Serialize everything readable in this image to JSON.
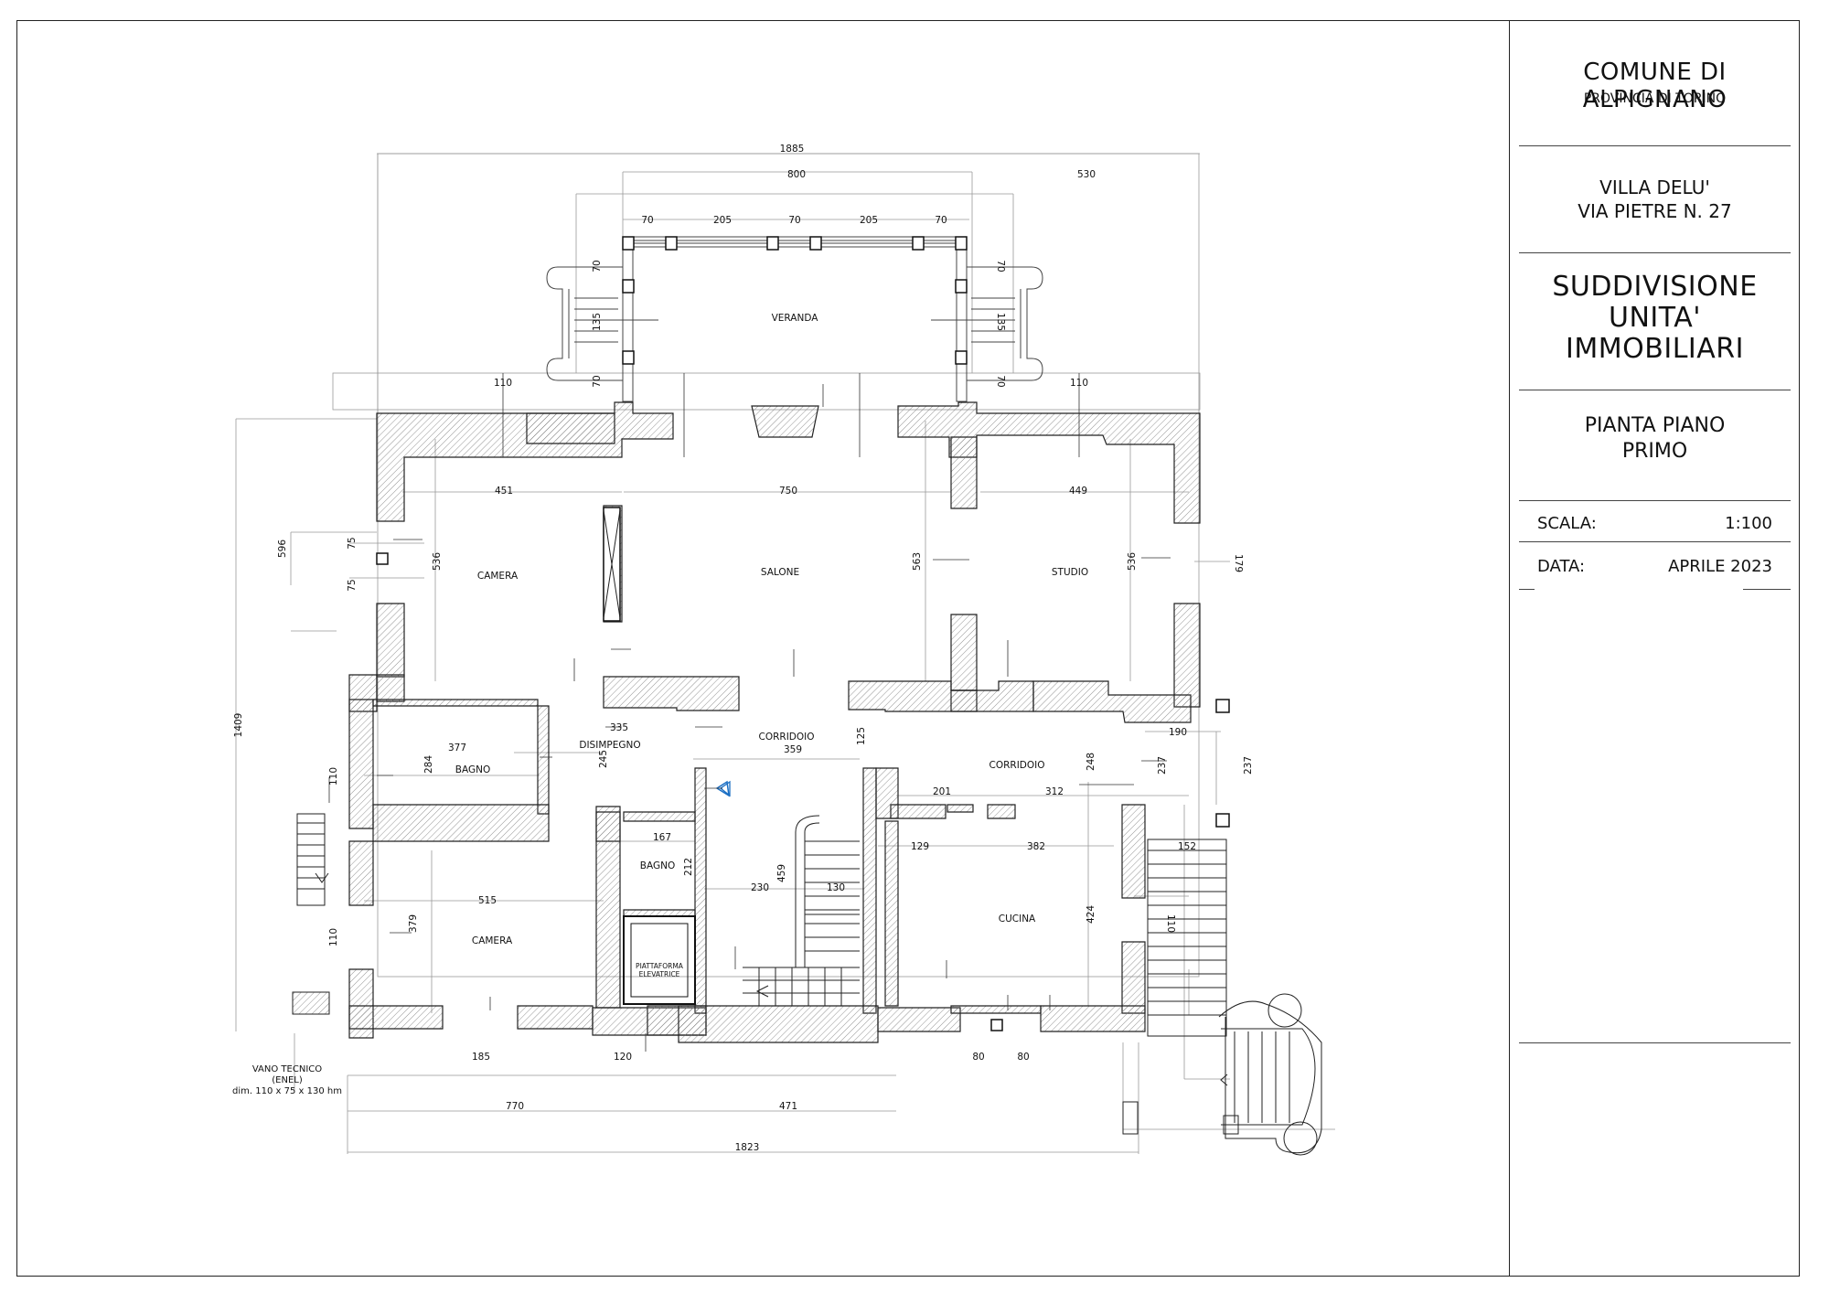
{
  "title_block": {
    "municipality": "COMUNE DI ALPIGNANO",
    "province": "PROVINCIA DI TORINO",
    "building_name": "VILLA DELU'",
    "address": "VIA PIETRE N. 27",
    "subject_line1": "SUDDIVISIONE",
    "subject_line2": "UNITA'",
    "subject_line3": "IMMOBILIARI",
    "drawing_line1": "PIANTA PIANO",
    "drawing_line2": "PRIMO",
    "scale_label": "SCALA:",
    "scale_value": "1:100",
    "date_label": "DATA:",
    "date_value": "APRILE 2023"
  },
  "rooms": {
    "veranda": "VERANDA",
    "camera_top": "CAMERA",
    "salone": "SALONE",
    "studio": "STUDIO",
    "disimpegno": "DISIMPEGNO",
    "corridoio_1": "CORRIDOIO",
    "corridoio_2": "CORRIDOIO",
    "bagno_1": "BAGNO",
    "bagno_2": "BAGNO",
    "camera_bottom": "CAMERA",
    "cucina": "CUCINA",
    "piattaforma_1": "PIATTAFORMA",
    "piattaforma_2": "ELEVATRICE"
  },
  "technical_note": {
    "line1": "VANO TECNICO",
    "line2": "(ENEL)",
    "line3": "dim. 110 x 75 x 130 hm"
  },
  "dimensions": {
    "d1885": "1885",
    "d800": "800",
    "d530": "530",
    "d70a": "70",
    "d205a": "205",
    "d70b": "70",
    "d205b": "205",
    "d70c": "70",
    "d70l1": "70",
    "d135l": "135",
    "d70l2": "70",
    "d70r1": "70",
    "d135r": "135",
    "d70r2": "70",
    "d110l": "110",
    "d110r": "110",
    "d451": "451",
    "d750": "750",
    "d449": "449",
    "d536l": "536",
    "d536r": "536",
    "d563": "563",
    "d596": "596",
    "d75a": "75",
    "d75b": "75",
    "d179": "179",
    "d1409": "1409",
    "d335": "335",
    "d377": "377",
    "d359": "359",
    "d125": "125",
    "d245": "245",
    "d284": "284",
    "d190": "190",
    "d237a": "237",
    "d237b": "237",
    "d248": "248",
    "d201": "201",
    "d312": "312",
    "d129": "129",
    "d382": "382",
    "d152": "152",
    "d110w1": "110",
    "d167": "167",
    "d212": "212",
    "d230": "230",
    "d459": "459",
    "d130": "130",
    "d515": "515",
    "d379": "379",
    "d110w2": "110",
    "d424": "424",
    "d110e": "110",
    "d185": "185",
    "d120": "120",
    "d80a": "80",
    "d80b": "80",
    "d770": "770",
    "d471": "471",
    "d1823": "1823"
  }
}
